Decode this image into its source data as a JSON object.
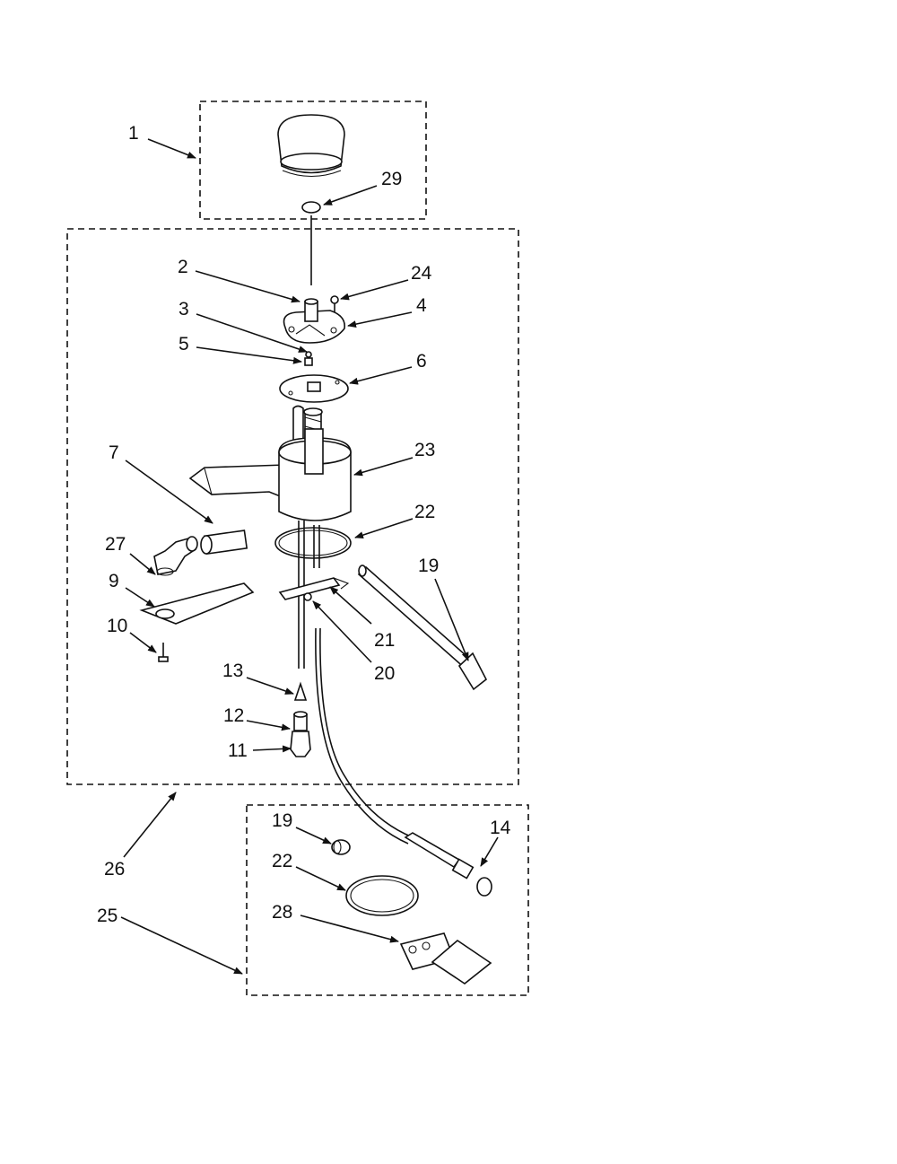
{
  "callouts": {
    "c1": "1",
    "c2": "2",
    "c3": "3",
    "c4": "4",
    "c5": "5",
    "c6": "6",
    "c7": "7",
    "c9": "9",
    "c10": "10",
    "c11": "11",
    "c12": "12",
    "c13": "13",
    "c14": "14",
    "c19a": "19",
    "c19b": "19",
    "c20": "20",
    "c21": "21",
    "c22a": "22",
    "c22b": "22",
    "c23": "23",
    "c24": "24",
    "c25": "25",
    "c26": "26",
    "c27": "27",
    "c28": "28",
    "c29": "29"
  }
}
